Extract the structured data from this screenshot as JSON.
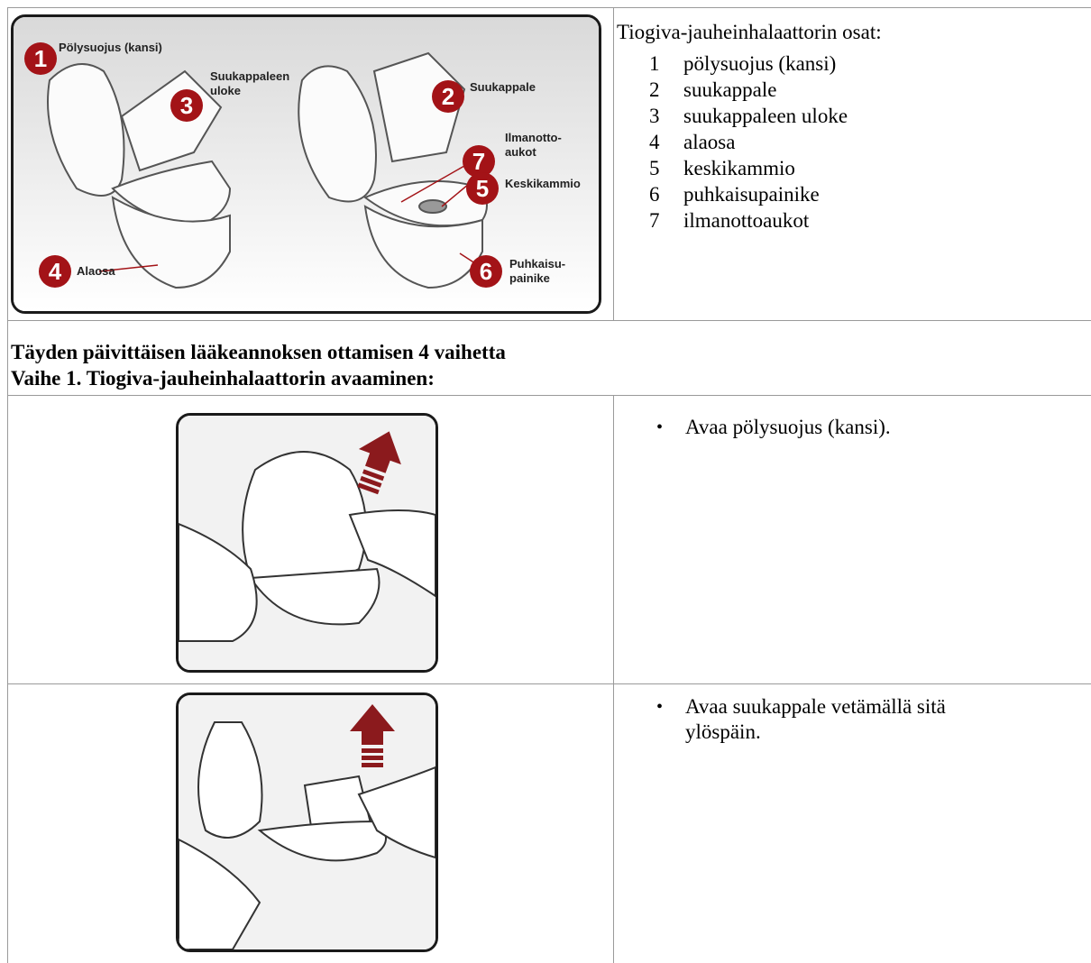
{
  "parts_section": {
    "title": "Tiogiva-jauheinhalaattorin  osat:",
    "items": [
      {
        "num": "1",
        "label": "pölysuojus (kansi)"
      },
      {
        "num": "2",
        "label": "suukappale"
      },
      {
        "num": "3",
        "label": "suukappaleen uloke"
      },
      {
        "num": "4",
        "label": "alaosa"
      },
      {
        "num": "5",
        "label": "keskikammio"
      },
      {
        "num": "6",
        "label": "puhkaisupainike"
      },
      {
        "num": "7",
        "label": "ilmanottoaukot"
      }
    ]
  },
  "diagram_labels": {
    "n1": "1",
    "l1": "Pölysuojus (kansi)",
    "n2": "2",
    "l2": "Suukappale",
    "n3": "3",
    "l3": "Suukappaleen uloke",
    "n4": "4",
    "l4": "Alaosa",
    "n5": "5",
    "l5": "Keskikammio",
    "n6": "6",
    "l6": "Puhkaisu- painike",
    "n7": "7",
    "l7": "Ilmanotto- aukot"
  },
  "heading": {
    "line1": "Täyden päivittäisen lääkeannoksen ottamisen 4 vaihetta",
    "line2": "Vaihe 1. Tiogiva-jauheinhalaattorin avaaminen:"
  },
  "steps": [
    {
      "bullet": "•",
      "text": "Avaa pölysuojus  (kansi)."
    },
    {
      "bullet": "•",
      "text": "Avaa suukappale vetämällä sitä ylöspäin."
    }
  ],
  "colors": {
    "accent": "#a31317",
    "grid": "#9a9a9a"
  }
}
